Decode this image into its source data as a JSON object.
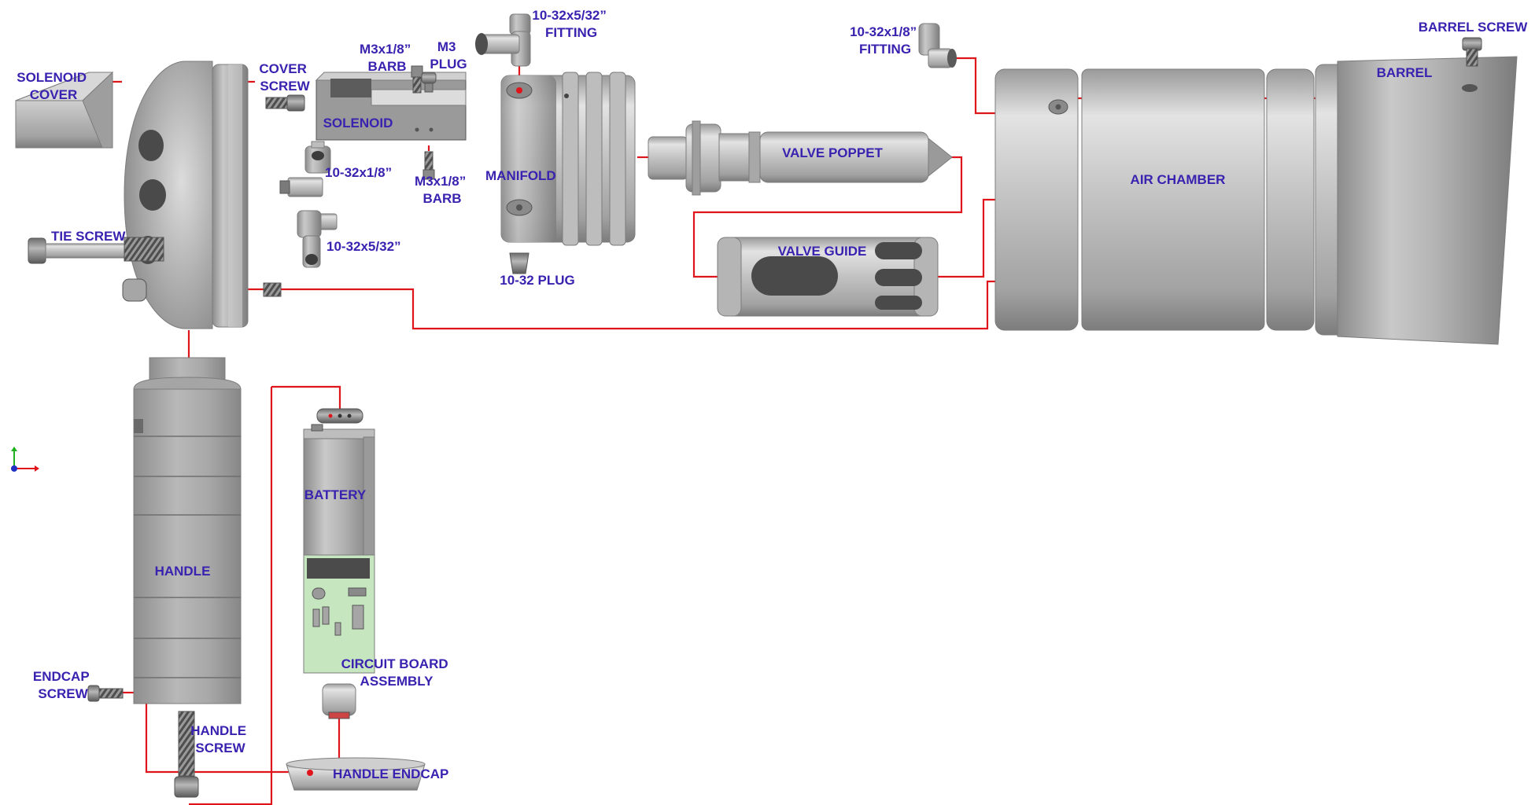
{
  "labels": {
    "solenoid_cover": [
      "SOLENOID",
      "COVER"
    ],
    "cover_screw": [
      "COVER",
      "SCREW"
    ],
    "m3_barb_top": [
      "M3x1/8”",
      "BARB"
    ],
    "m3_plug": [
      "M3",
      "PLUG"
    ],
    "solenoid": "SOLENOID",
    "m3_barb_bottom": [
      "M3x1/8”",
      "BARB"
    ],
    "fitting_10_32_5_32_top": [
      "10-32x5/32”",
      "FITTING"
    ],
    "fitting_10_32_1_8_right": [
      "10-32x1/8”",
      "FITTING"
    ],
    "barrel_screw": "BARREL SCREW",
    "barrel": "BARREL",
    "fitting_10_32_1_8_small": "10-32x1/8”",
    "fitting_10_32_5_32_small": "10-32x5/32”",
    "tie_screw": "TIE SCREW",
    "manifold": "MANIFOLD",
    "plug_10_32": "10-32 PLUG",
    "valve_poppet": "VALVE POPPET",
    "valve_guide": "VALVE GUIDE",
    "air_chamber": "AIR CHAMBER",
    "battery": "BATTERY",
    "handle": "HANDLE",
    "circuit_board": [
      "CIRCUIT BOARD",
      "ASSEMBLY"
    ],
    "endcap_screw": [
      "ENDCAP",
      "SCREW"
    ],
    "handle_screw": [
      "HANDLE",
      "SCREW"
    ],
    "handle_endcap": "HANDLE ENDCAP"
  },
  "colors": {
    "label": "#3a22b0",
    "leader": "#e0141b",
    "metal": "#b8b8b8",
    "pcb": "#c6e6bf"
  }
}
